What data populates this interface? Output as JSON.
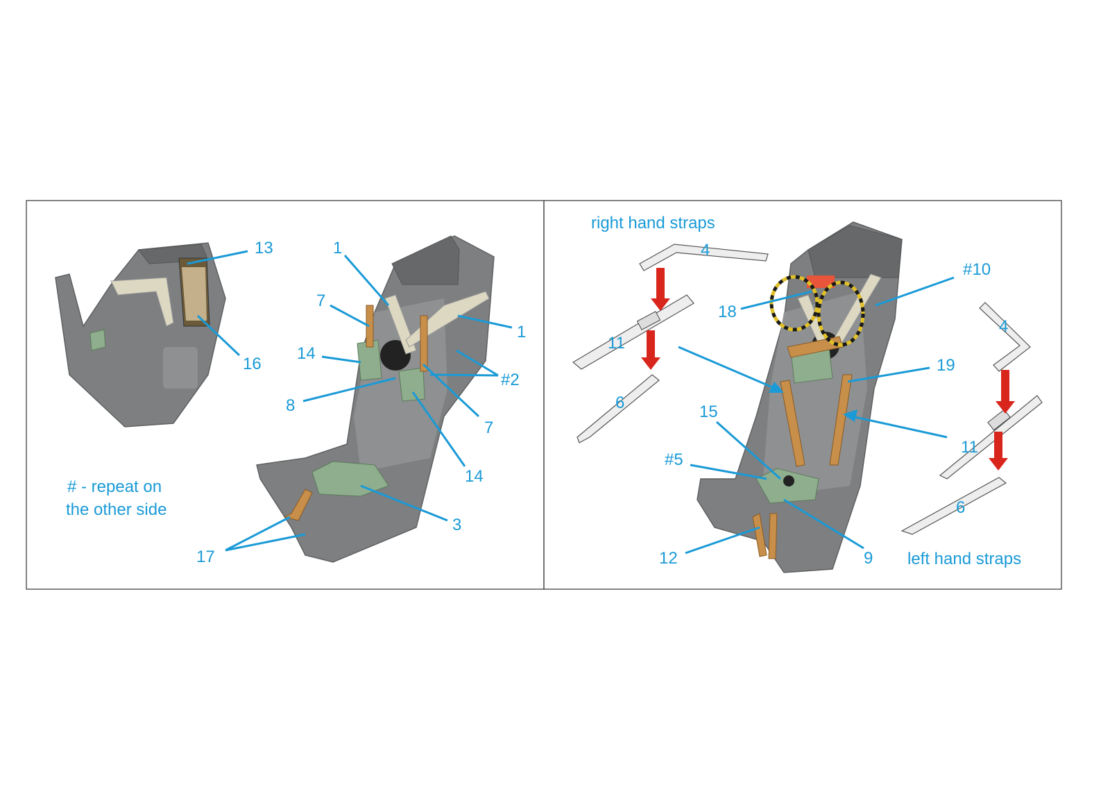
{
  "colors": {
    "label": "#1a9ad6",
    "arrow_red": "#d9261c",
    "seat_gray": "#7d7f80"
  },
  "left_panel": {
    "note_line1": "# - repeat on",
    "note_line2": "the other side",
    "callouts": {
      "c13": "13",
      "c16": "16",
      "c1a": "1",
      "c1b": "1",
      "c7a": "7",
      "c7b": "7",
      "c14a": "14",
      "c14b": "14",
      "c8": "8",
      "c2": "#2",
      "c3": "3",
      "c17": "17"
    }
  },
  "right_panel": {
    "right_hand_title": "right hand straps",
    "left_hand_title": "left hand straps",
    "callouts": {
      "r4": "4",
      "r11": "11",
      "r6": "6",
      "c10": "#10",
      "c18": "18",
      "c19": "19",
      "c15": "15",
      "c5": "#5",
      "c12": "12",
      "c9": "9",
      "l4": "4",
      "l11": "11",
      "l6": "6"
    }
  }
}
